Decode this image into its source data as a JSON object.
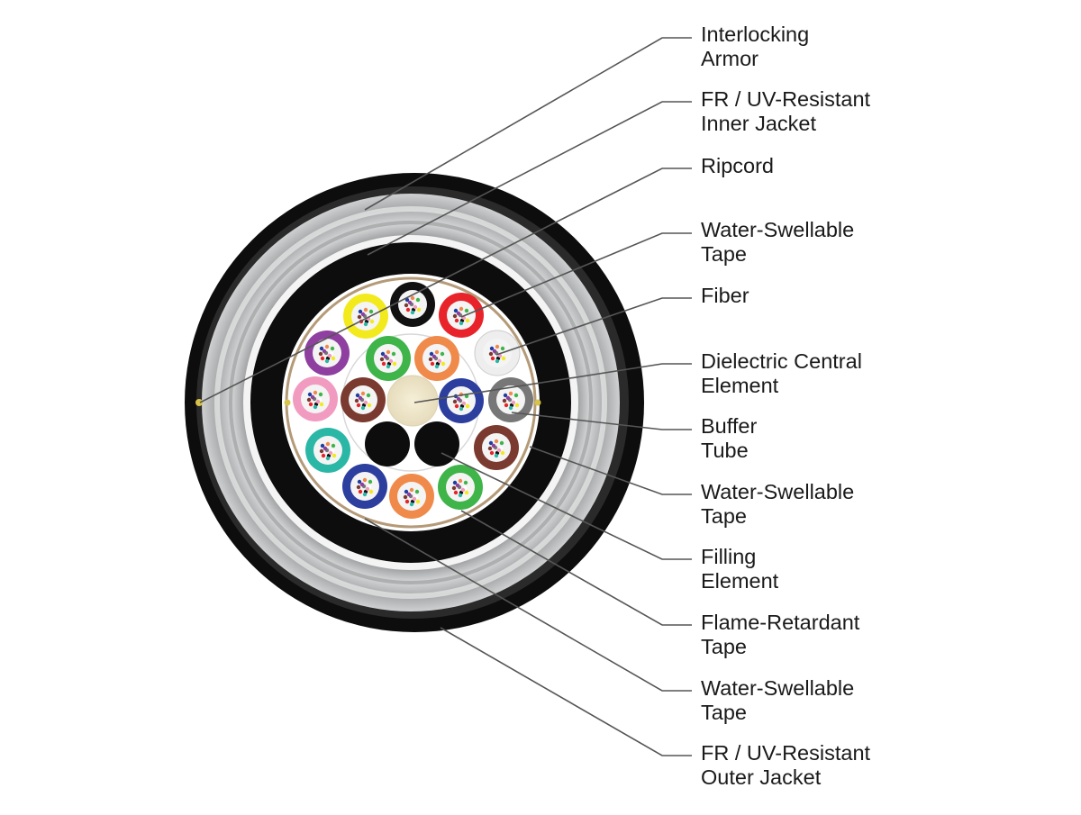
{
  "labels": [
    {
      "line1": "Interlocking",
      "line2": "Armor"
    },
    {
      "line1": "FR / UV-Resistant",
      "line2": "Inner Jacket"
    },
    {
      "line1": "Ripcord",
      "line2": ""
    },
    {
      "line1": "Water-Swellable",
      "line2": "Tape"
    },
    {
      "line1": "Fiber",
      "line2": ""
    },
    {
      "line1": "Dielectric Central",
      "line2": "Element"
    },
    {
      "line1": "Buffer",
      "line2": "Tube"
    },
    {
      "line1": "Water-Swellable",
      "line2": "Tape"
    },
    {
      "line1": "Filling",
      "line2": "Element"
    },
    {
      "line1": "Flame-Retardant",
      "line2": "Tape"
    },
    {
      "line1": "Water-Swellable",
      "line2": "Tape"
    },
    {
      "line1": "FR / UV-Resistant",
      "line2": "Outer Jacket"
    }
  ],
  "colors": {
    "jacket": "#0d0d0d",
    "armor": "#b9babb",
    "leader_line": "#555555",
    "outer_ring_tubes": [
      "yellow",
      "black",
      "red",
      "white",
      "slate",
      "brown",
      "green",
      "orange",
      "blue",
      "aqua",
      "rose",
      "violet"
    ],
    "inner_ring_tubes": [
      "green",
      "orange",
      "blue",
      "brown"
    ],
    "tube_hex": {
      "yellow": "#f2ea1d",
      "black": "#111111",
      "red": "#e8242a",
      "white": "#eeeeee",
      "slate": "#777777",
      "brown": "#7a3a30",
      "green": "#3eb449",
      "orange": "#f08a4b",
      "blue": "#2c3e9e",
      "aqua": "#2bb7a6",
      "rose": "#f29bc0",
      "violet": "#8e3fa0"
    }
  }
}
